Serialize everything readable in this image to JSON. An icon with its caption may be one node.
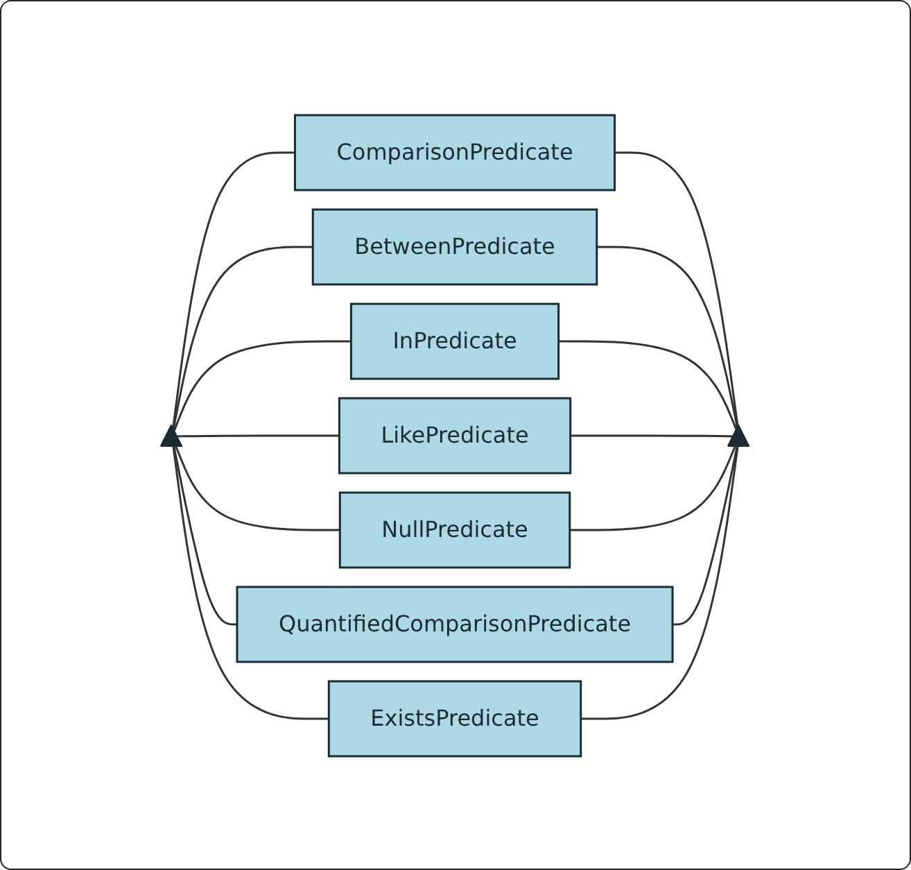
{
  "diagram": {
    "nodes": [
      {
        "text": [],
        "shape": "triangle"
      },
      {
        "text": [
          "ComparisonPredicate"
        ]
      },
      {
        "text": [
          "BetweenPredicate"
        ]
      },
      {
        "text": [
          "InPredicate"
        ]
      },
      {
        "text": [
          "LikePredicate"
        ]
      },
      {
        "text": [
          "NullPredicate"
        ]
      },
      {
        "text": [
          "QuantifiedComparisonPredicate"
        ]
      },
      {
        "text": [
          "ExistsPredicate"
        ]
      },
      {
        "text": [],
        "shape": "triangle"
      }
    ],
    "edges": [
      {
        "from": 0,
        "to": 1,
        "arrow": "none"
      },
      {
        "from": 0,
        "to": 2,
        "arrow": "none"
      },
      {
        "from": 0,
        "to": 3,
        "arrow": "none"
      },
      {
        "from": 0,
        "to": 4,
        "arrow": "none"
      },
      {
        "from": 0,
        "to": 5,
        "arrow": "none"
      },
      {
        "from": 0,
        "to": 6,
        "arrow": "none"
      },
      {
        "from": 0,
        "to": 7,
        "arrow": "none"
      },
      {
        "from": 1,
        "to": 8,
        "arrow": "none"
      },
      {
        "from": 2,
        "to": 8,
        "arrow": "none"
      },
      {
        "from": 3,
        "to": 8,
        "arrow": "none"
      },
      {
        "from": 4,
        "to": 8,
        "arrow": "none"
      },
      {
        "from": 5,
        "to": 8,
        "arrow": "none"
      },
      {
        "from": 6,
        "to": 8,
        "arrow": "none"
      },
      {
        "from": 7,
        "to": 8,
        "arrow": "none"
      }
    ]
  }
}
